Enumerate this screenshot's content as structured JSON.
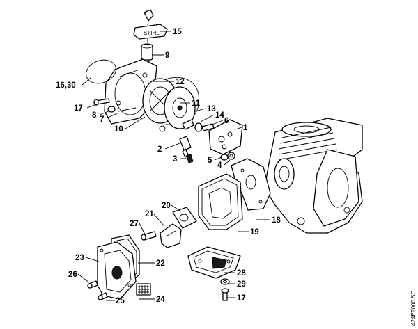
{
  "diagram": {
    "callouts": {
      "c1": "1",
      "c2": "2",
      "c3": "3",
      "c4": "4",
      "c5": "5",
      "c6": "6",
      "c7": "7",
      "c8": "8",
      "c9": "9",
      "c10": "10",
      "c11": "11",
      "c12": "12",
      "c13": "13",
      "c14": "14",
      "c15": "15",
      "c16_30": "16,30",
      "c17a": "17",
      "c17b": "17",
      "c18": "18",
      "c19": "19",
      "c20": "20",
      "c21": "21",
      "c22": "22",
      "c23": "23",
      "c24": "24",
      "c25": "25",
      "c26": "26",
      "c27": "27",
      "c28": "28",
      "c29": "29"
    },
    "drawing_code": "424ET000 SC",
    "handle_text": "STIHL"
  }
}
